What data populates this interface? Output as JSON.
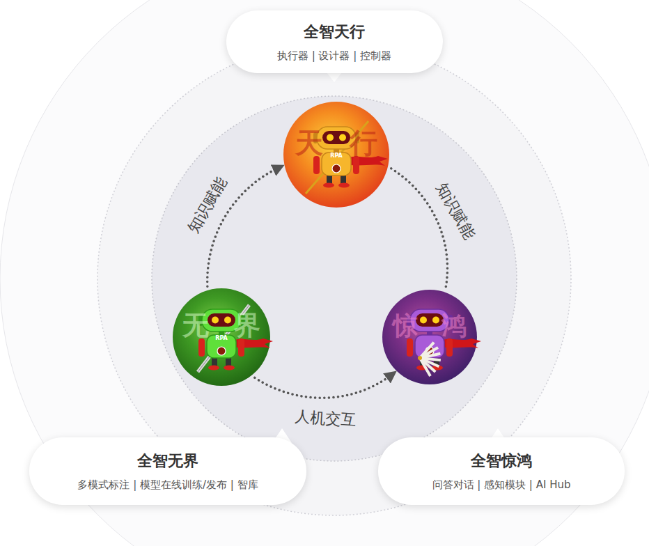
{
  "diagram": {
    "nodes": [
      {
        "text": [
          "全智天行",
          "执行器 | 设计器 | 控制器"
        ]
      },
      {
        "text": [
          "天行"
        ]
      },
      {
        "text": [
          "无界"
        ]
      },
      {
        "text": [
          "惊鸿"
        ]
      },
      {
        "text": [
          "全智无界",
          "多模式标注 | 模型在线训练/发布 | 智库"
        ]
      },
      {
        "text": [
          "全智惊鸿",
          "问答对话 | 感知模块 | AI Hub"
        ]
      }
    ],
    "edges": [
      {
        "from": 2,
        "to": 1,
        "arrow": "to",
        "label": "知识赋能"
      },
      {
        "from": 1,
        "to": 3,
        "arrow": "none",
        "label": "知识赋能"
      },
      {
        "from": 2,
        "to": 3,
        "arrow": "to",
        "label": "人机交互"
      }
    ],
    "labels": [
      "RPA",
      "RPA"
    ]
  }
}
